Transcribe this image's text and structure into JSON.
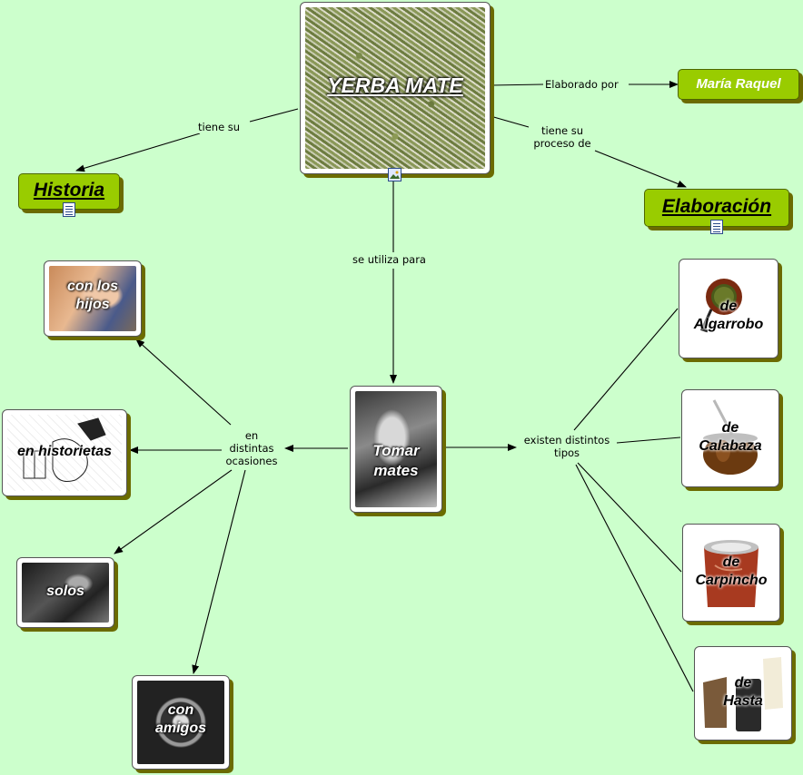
{
  "nodes": {
    "yerba_mate": "YERBA MATE",
    "maria_raquel": "María Raquel",
    "historia": "Historia",
    "elaboracion": "Elaboración",
    "tomar_mates": "Tomar mates",
    "con_los_hijos": "con los hijos",
    "en_historietas": "en historietas",
    "solos": "solos",
    "con_amigos": "con amigos",
    "de_algarrobo": "de Algarrobo",
    "de_calabaza": "de Calabaza",
    "de_carpincho": "de Carpincho",
    "de_hasta": "de Hasta"
  },
  "links": {
    "elaborado_por": "Elaborado por",
    "tiene_su": "tiene su",
    "tiene_su_proceso_de": "tiene su proceso de",
    "se_utiliza_para": "se utiliza para",
    "en_distintas_ocasiones": "en distintas ocasiones",
    "existen_distintos_tipos": "existen distintos tipos"
  },
  "colors": {
    "background": "#ccffcc",
    "concept_green": "#99cc00",
    "shadow": "#6b6b00"
  },
  "icons": {
    "document": "document-icon",
    "image": "image-icon"
  }
}
